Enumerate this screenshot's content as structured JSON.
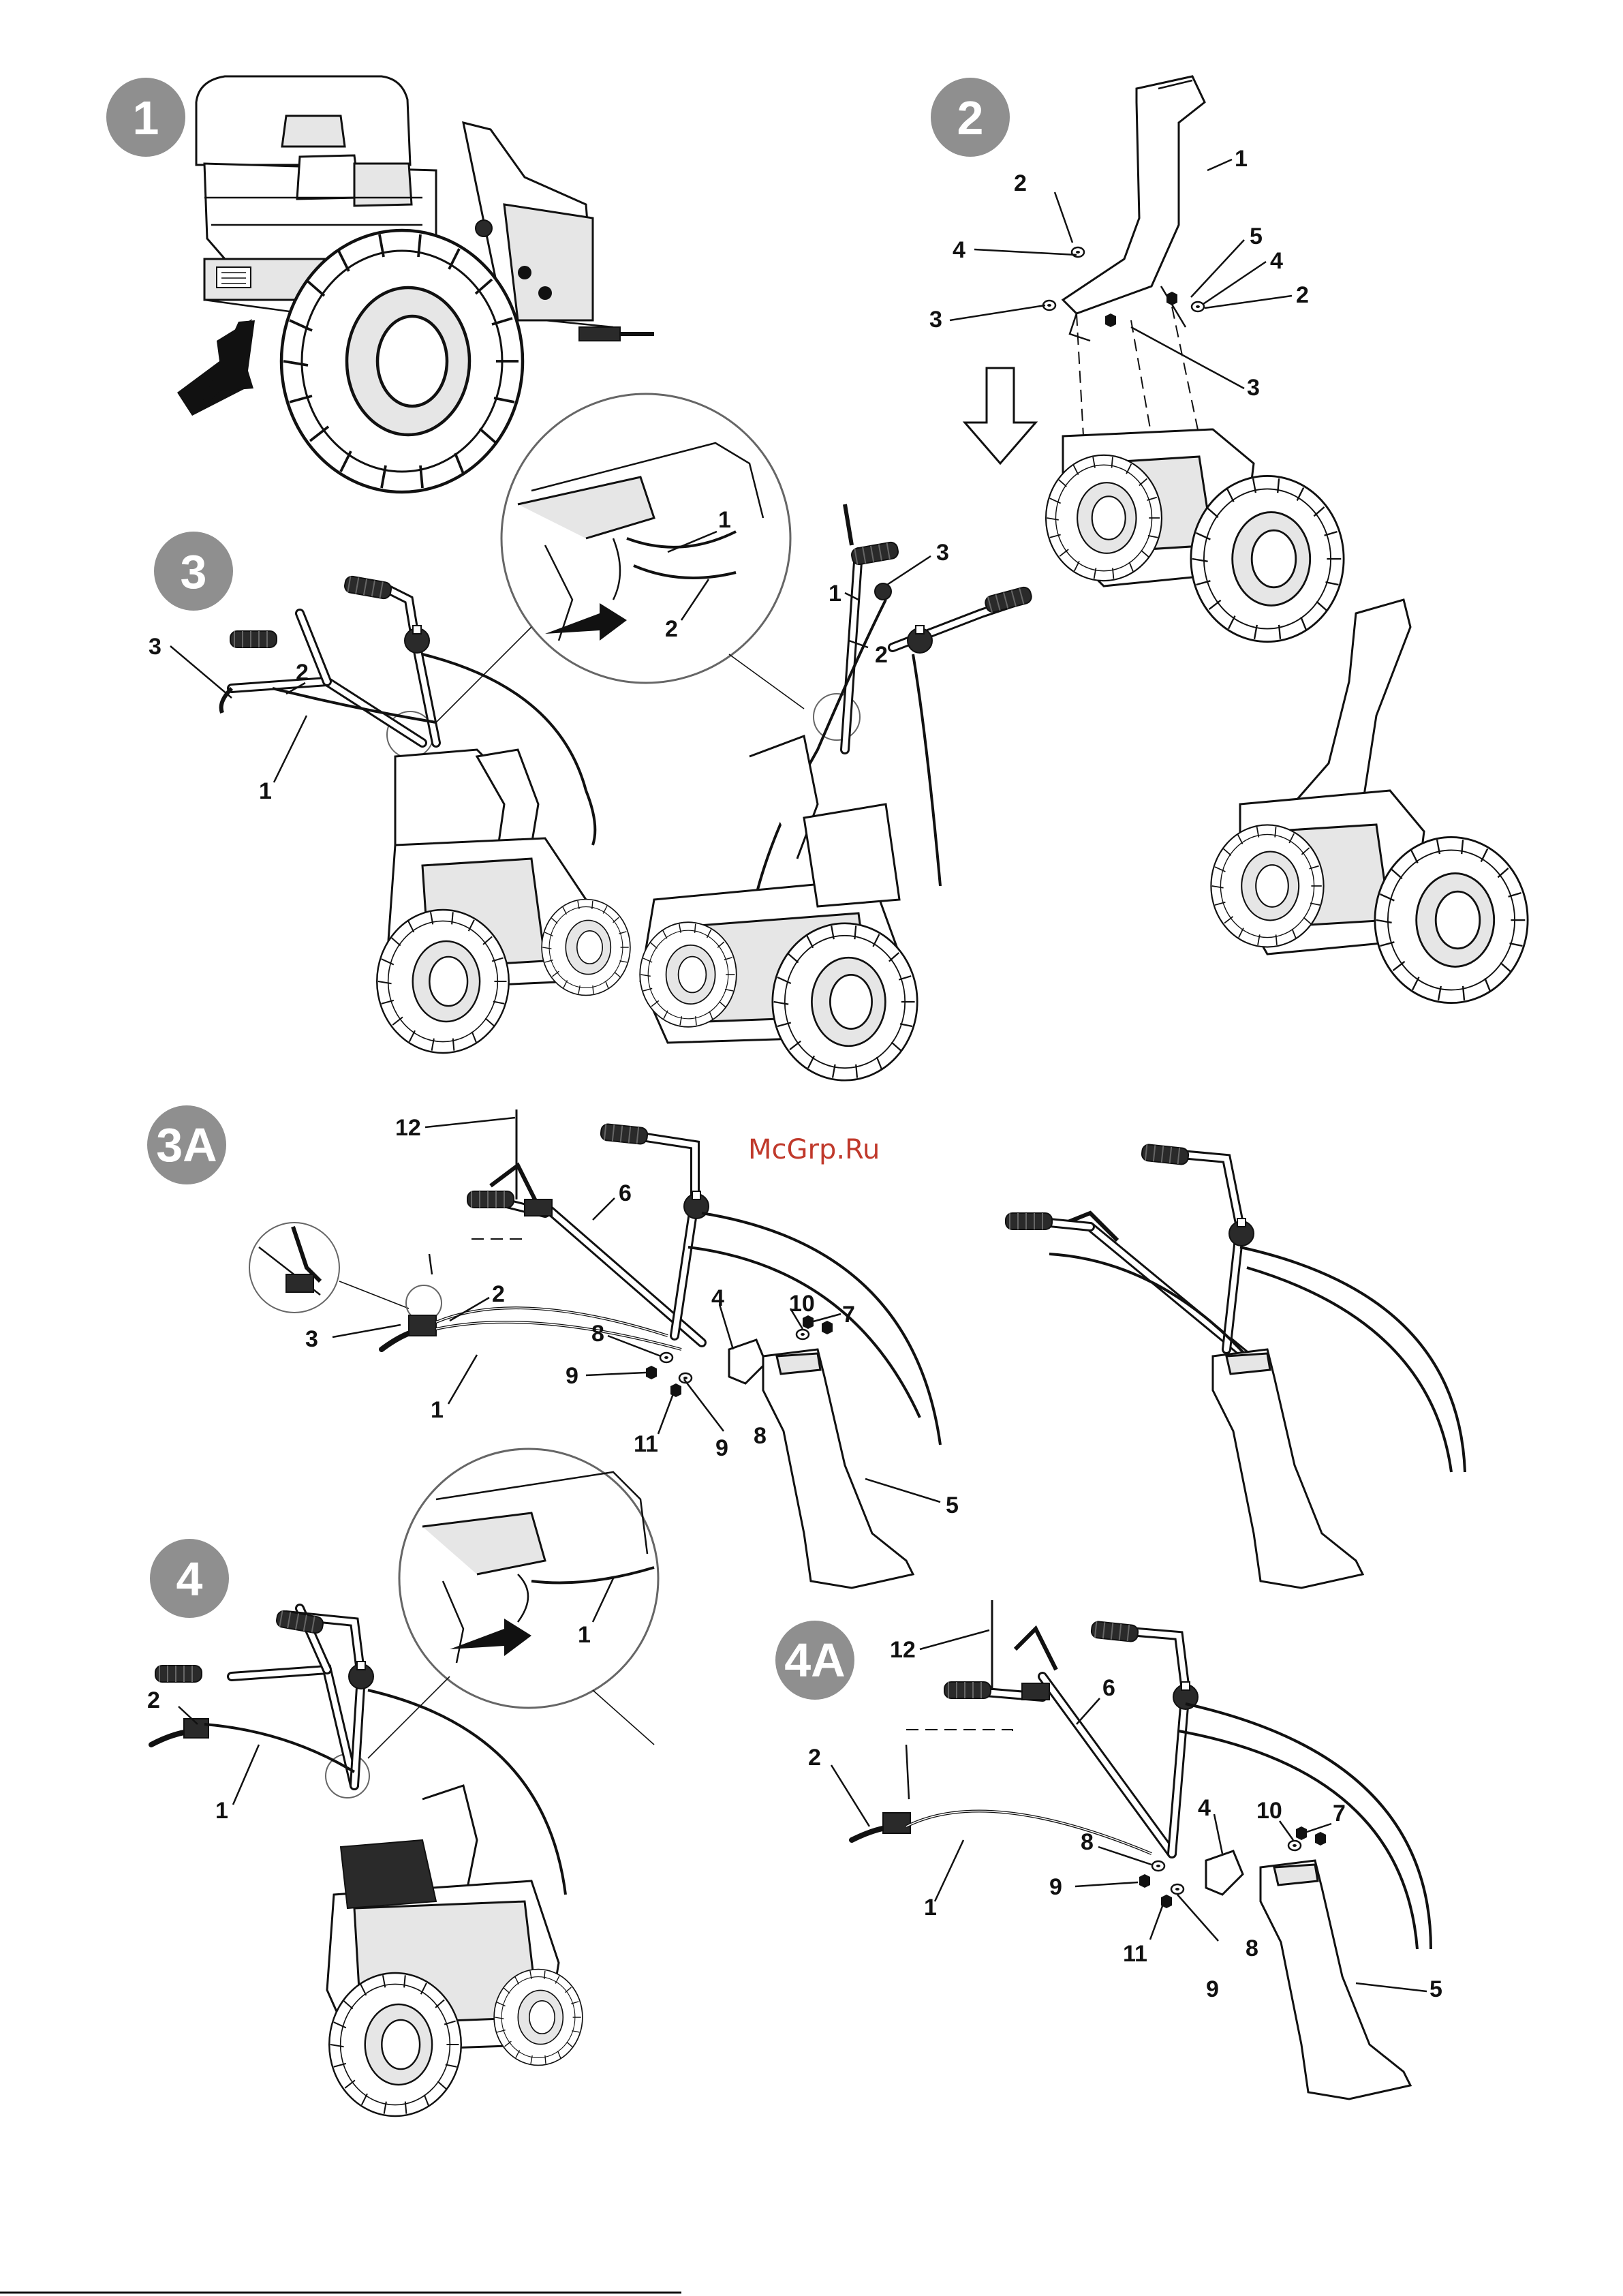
{
  "brand_watermark": "McGrp.Ru",
  "badges": [
    "1",
    "2",
    "3",
    "3A",
    "4",
    "4A"
  ],
  "figure2_labels": [
    "1",
    "2",
    "4",
    "5",
    "4",
    "2",
    "3",
    "3"
  ],
  "figure3_labels": [
    "1",
    "2",
    "3",
    "2",
    "1",
    "3",
    "1",
    "2"
  ],
  "figure3A_labels": [
    "12",
    "6",
    "2",
    "3",
    "1",
    "8",
    "9",
    "11",
    "9",
    "8",
    "4",
    "10",
    "7",
    "5"
  ],
  "figure4_labels": [
    "1",
    "2",
    "1"
  ],
  "figure4A_labels": [
    "12",
    "6",
    "2",
    "1",
    "8",
    "9",
    "11",
    "9",
    "8",
    "4",
    "10",
    "7",
    "5"
  ],
  "colors": {
    "badge": "#8f8f8f",
    "line": "#111111",
    "watermark": "#c0392b"
  }
}
